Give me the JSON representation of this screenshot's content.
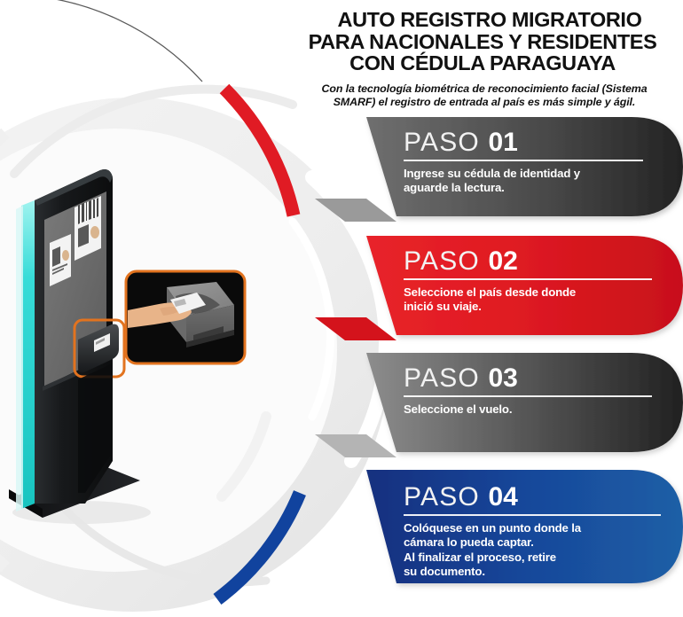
{
  "header": {
    "title_lines": [
      "AUTO REGISTRO MIGRATORIO",
      "PARA NACIONALES Y RESIDENTES",
      "CON CÉDULA PARAGUAYA"
    ],
    "subtitle_lines": [
      "Con la tecnología biométrica de reconocimiento facial (Sistema",
      "SMARF) el registro de entrada al país es más simple y ágil."
    ]
  },
  "steps": [
    {
      "label": "PASO",
      "number": "01",
      "desc_lines": [
        "Ingrese su cédula de identidad y",
        "aguarde la lectura."
      ],
      "color_start": "#6f6f6f",
      "color_end": "#232323",
      "tab_color": "#9a9a9a"
    },
    {
      "label": "PASO",
      "number": "02",
      "desc_lines": [
        "Seleccione el país desde donde",
        "inició su viaje."
      ],
      "color_start": "#e8232a",
      "color_end": "#c8101a",
      "tab_color": "#d4131c"
    },
    {
      "label": "PASO",
      "number": "03",
      "desc_lines": [
        "Seleccione el vuelo."
      ],
      "color_start": "#8d8d8d",
      "color_end": "#212121",
      "tab_color": "#b4b4b4"
    },
    {
      "label": "PASO",
      "number": "04",
      "desc_lines": [
        "Colóquese en un punto donde la",
        "cámara lo pueda captar.",
        "Al finalizar el proceso, retire",
        "su documento."
      ],
      "color_start": "#12307f",
      "color_end": "#1d5fa6",
      "tab_color": "#2a18e0"
    }
  ],
  "illustration": {
    "kiosk_name": "self-service immigration kiosk",
    "kiosk_body_color": "#16181a",
    "kiosk_led_color": "#32dcd8",
    "kiosk_screen_color": "#6a6a6a",
    "reader_highlight_color": "#e2731f",
    "inset_name": "hand placing ID card on card reader",
    "inset_background": "#0a0a0a",
    "inset_border_color": "#e2731f",
    "inset_device_color": "#8d8d8d",
    "inset_hand_color": "#e8b489",
    "card_graphics": 2
  },
  "decor": {
    "arc_red": "#e01b24",
    "arc_blue": "#11439e",
    "arc_hairline": "#5a5a5a",
    "arc_white": "#ffffff",
    "arc_grey": "#e2e2e2",
    "background": "#ffffff"
  }
}
